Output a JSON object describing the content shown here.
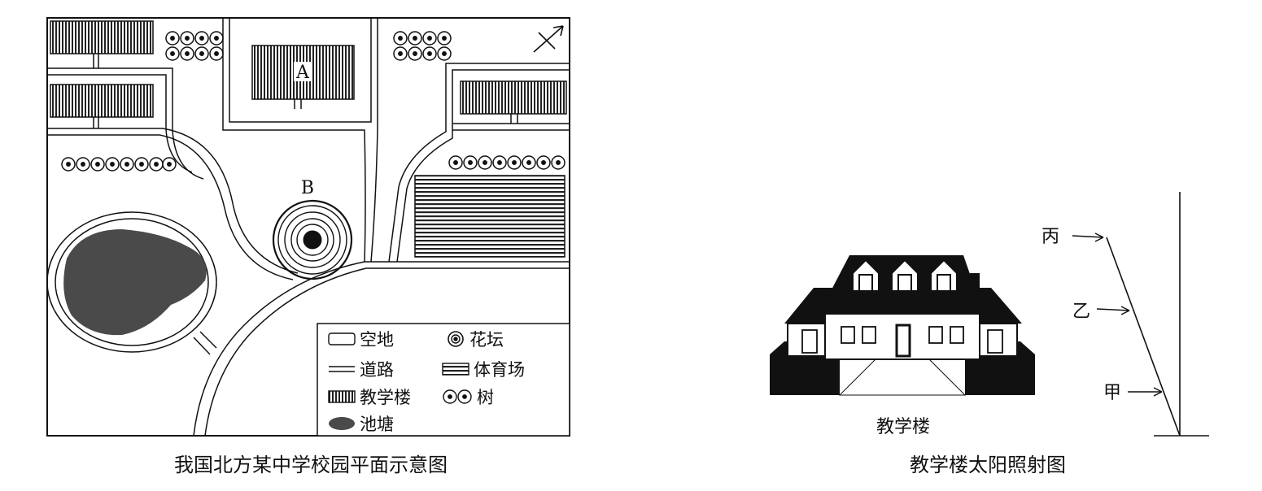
{
  "map": {
    "caption": "我国北方某中学校园平面示意图",
    "label_a": "A",
    "label_b": "B",
    "north_arrow_icon": "north-arrow-icon",
    "legend": {
      "items": [
        {
          "icon": "open-space-icon",
          "label": "空地"
        },
        {
          "icon": "flower-bed-icon",
          "label": "花坛"
        },
        {
          "icon": "road-icon",
          "label": "道路"
        },
        {
          "icon": "stadium-icon",
          "label": "体育场"
        },
        {
          "icon": "teaching-building-icon",
          "label": "教学楼"
        },
        {
          "icon": "tree-icon",
          "label": "树"
        },
        {
          "icon": "pond-icon",
          "label": "池塘"
        }
      ]
    }
  },
  "sun_figure": {
    "building_label": "教学楼",
    "caption": "教学楼太阳照射图",
    "ray_labels": [
      "丙",
      "乙",
      "甲"
    ]
  }
}
